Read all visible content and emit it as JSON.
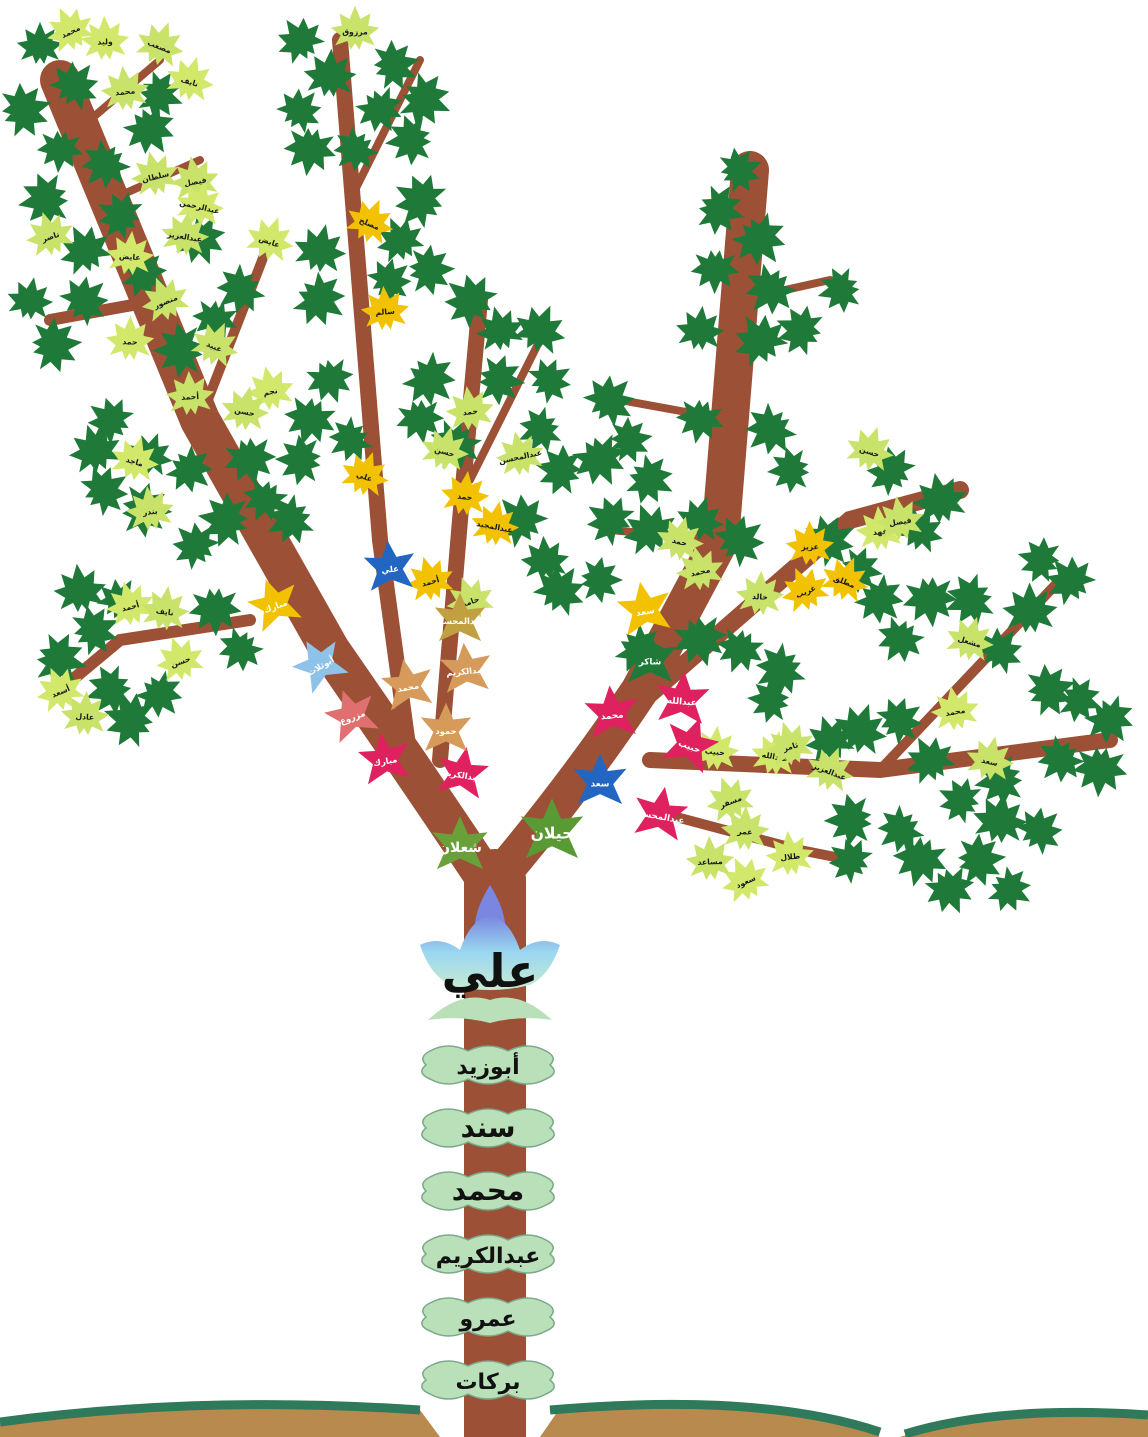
{
  "colors": {
    "trunk": "#9c5035",
    "trunk_dark": "#7d3d27",
    "leaf_green": "#1f7a3a",
    "leaf_light": "#c8e26a",
    "leaf_yellow": "#f2c200",
    "leaf_pink": "#e02160",
    "leaf_blue": "#2366c2",
    "leaf_olive": "#8a9a2c",
    "leaf_tan": "#d69a5a",
    "ground_green": "#2f7a5a",
    "ground_brown": "#b88a4e",
    "lineage_leaf": "#b9e0b8"
  },
  "root": {
    "name": "علي"
  },
  "lineage": [
    "أبوزيد",
    "سند",
    "محمد",
    "عبدالكريم",
    "عمرو",
    "بركات"
  ],
  "branches": {
    "left": {
      "name": "شعلان"
    },
    "right": {
      "name": "حيلان"
    }
  },
  "left_children": [
    "مبارك",
    "عبدالكريم",
    "مزروع",
    "حمود",
    "أبوثلاث",
    "محمد",
    "عبدالكريم",
    "مبارك",
    "عبدالمحسن",
    "علي"
  ],
  "right_children": [
    "سعد",
    "محمد",
    "عبدالله",
    "عبدالمحسن",
    "حبيب",
    "شاكر",
    "سعد"
  ],
  "leaf_names": [
    "محمد",
    "وليد",
    "مصعب",
    "محمد",
    "نايف",
    "فيصل",
    "عبدالرحمن",
    "سلطان",
    "عبدالعزيز",
    "ناصر",
    "عايض",
    "منصور",
    "حمد",
    "عبيد",
    "أحمد",
    "عايض",
    "بندر",
    "ماجد",
    "نجم",
    "حسن",
    "أحمد",
    "نايف",
    "حسن",
    "عادل",
    "أسعد",
    "مرزوق",
    "مصلح",
    "سالم",
    "علي",
    "حمد",
    "حسن",
    "عبدالمحسن",
    "عبدالمجيد",
    "أحمد",
    "حمد",
    "حامد",
    "خالد",
    "غريب",
    "عزيز",
    "مطلق",
    "فهد",
    "حسن",
    "فيصل",
    "حمد",
    "محمد",
    "عبدالله",
    "ثامر",
    "حبيب",
    "مسفر",
    "عمر",
    "سعود",
    "مساعد",
    "عبدالعزيز",
    "طلال",
    "مشعل",
    "محمد",
    "سعد"
  ]
}
